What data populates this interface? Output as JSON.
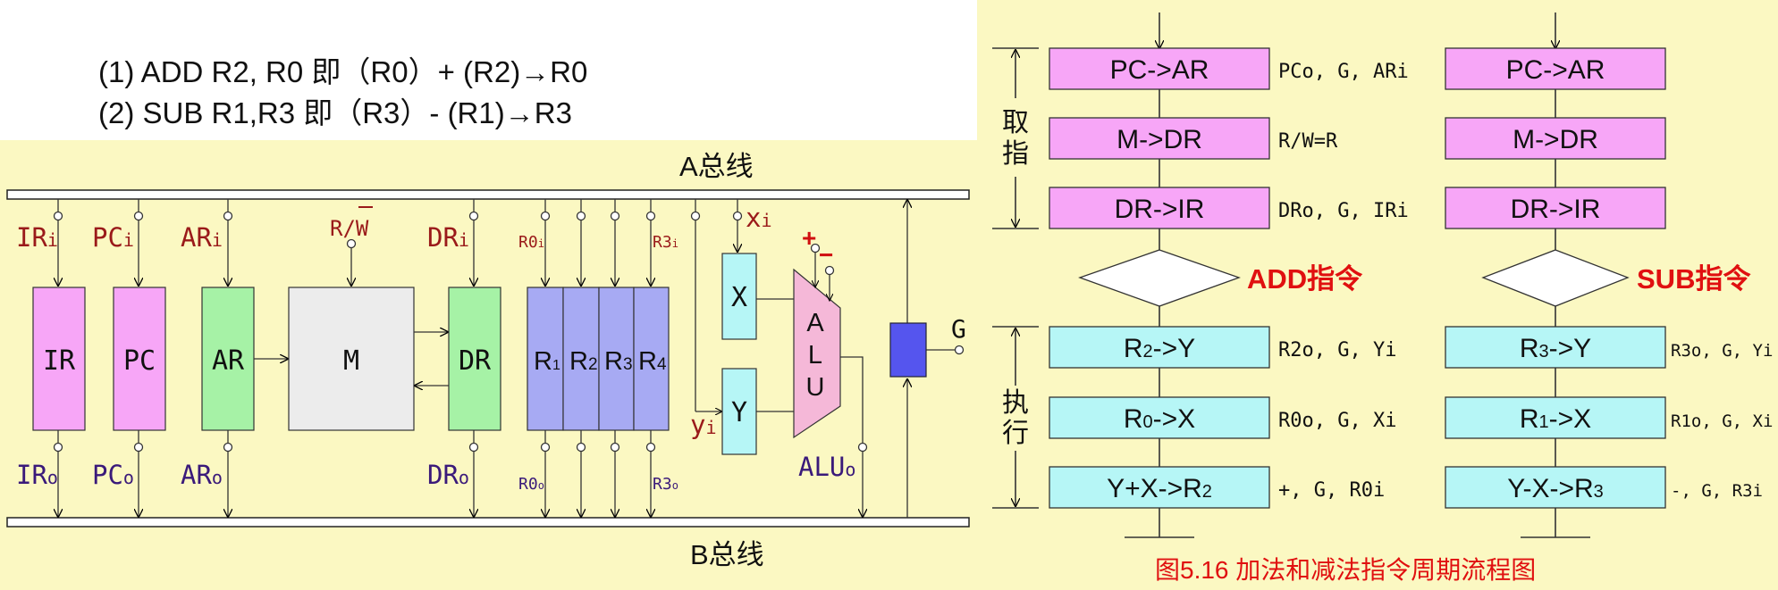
{
  "instructions": {
    "line1": "(1) ADD R2, R0    即（R0）+ (R2)→R0",
    "line2": "(2) SUB  R1,R3      即（R3）- (R1)→R3"
  },
  "datapath": {
    "bus_a": "A总线",
    "bus_b": "B总线",
    "regs": {
      "ir": "IR",
      "pc": "PC",
      "ar": "AR",
      "m": "M",
      "dr": "DR",
      "x": "X",
      "y": "Y",
      "g": "G"
    },
    "gp_regs": [
      {
        "base": "R",
        "sub": "1"
      },
      {
        "base": "R",
        "sub": "2"
      },
      {
        "base": "R",
        "sub": "3"
      },
      {
        "base": "R",
        "sub": "4"
      }
    ],
    "alu_letters": [
      "A",
      "L",
      "U"
    ],
    "ctrl_in": {
      "ir": "IR",
      "pc": "PC",
      "ar": "AR",
      "dr": "DR",
      "r0": "R0",
      "r3": "R3",
      "x": "x",
      "y": "y",
      "sub_i": "i"
    },
    "ctrl_out": {
      "ir": "IR",
      "pc": "PC",
      "ar": "AR",
      "dr": "DR",
      "r0": "R0",
      "r3": "R3",
      "alu": "ALU",
      "sub_o": "o"
    },
    "rw": {
      "r": "R/",
      "w": "W"
    },
    "alu_plus": "+",
    "alu_minus": "−"
  },
  "flowchart": {
    "fetch_label": [
      "取",
      "指"
    ],
    "exec_label": [
      "执",
      "行"
    ],
    "fetch_steps": [
      "PC->AR",
      "M->DR",
      "DR->IR"
    ],
    "fetch_signals": [
      "PCo, G, ARi",
      "R/W=R",
      "DRo, G, IRi"
    ],
    "add": {
      "title": "ADD指令",
      "steps": [
        {
          "a": "R",
          "s": "2",
          "b": "->Y"
        },
        {
          "a": "R",
          "s": "0",
          "b": "->X"
        },
        {
          "a": "Y+X->R",
          "s": "2",
          "b": ""
        }
      ],
      "signals": [
        "R2o, G, Yi",
        "R0o, G, Xi",
        "+, G, R0i"
      ]
    },
    "sub": {
      "title": "SUB指令",
      "steps": [
        {
          "a": "R",
          "s": "3",
          "b": "->Y"
        },
        {
          "a": "R",
          "s": "1",
          "b": "->X"
        },
        {
          "a": "Y-X->R",
          "s": "3",
          "b": ""
        }
      ],
      "signals": [
        "R3o, G, Yi",
        "R1o, G, Xi",
        "-, G, R3i"
      ]
    },
    "caption": "图5.16 加法和减法指令周期流程图"
  },
  "colors": {
    "panel_bg": "#fbf8c2",
    "pink_box": "#f7a6f7",
    "green_box": "#a6f2a6",
    "blue_reg": "#a7aaf3",
    "cyan_box": "#b6f6f6",
    "dark_blue": "#5555ee",
    "alu_pink": "#f5b8d8",
    "label_red": "#9a1a1a",
    "label_purple": "#3a1a7a",
    "caption_red": "#e01010"
  }
}
